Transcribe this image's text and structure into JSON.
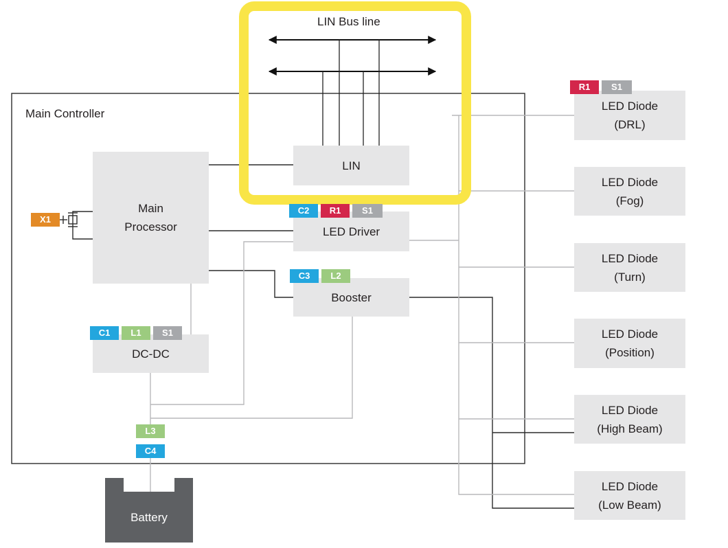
{
  "diagram": {
    "lin_bus_label": "LIN Bus line",
    "main_controller_label": "Main Controller",
    "blocks": {
      "lin": "LIN",
      "main_processor": "Main\nProcessor",
      "led_driver": "LED Driver",
      "booster": "Booster",
      "dcdc": "DC-DC",
      "battery": "Battery"
    },
    "led_diodes": [
      "LED Diode\n(DRL)",
      "LED Diode\n(Fog)",
      "LED Diode\n(Turn)",
      "LED Diode\n(Position)",
      "LED Diode\n(High Beam)",
      "LED Diode\n(Low Beam)"
    ],
    "badges": {
      "x1": "X1",
      "c1": "C1",
      "l1": "L1",
      "s1_dcdc": "S1",
      "c2": "C2",
      "r1_driver": "R1",
      "s1_driver": "S1",
      "c3": "C3",
      "l2": "L2",
      "l3": "L3",
      "c4": "C4",
      "r1_led": "R1",
      "s1_led": "S1"
    }
  },
  "colors": {
    "highlight": "#f9e547",
    "box_fill": "#e6e6e7",
    "battery_fill": "#5e6063",
    "badge_c": "#23a6de",
    "badge_r": "#d3264b",
    "badge_s": "#a6a8ab",
    "badge_l": "#9ccb7f",
    "badge_x": "#e38a26"
  }
}
